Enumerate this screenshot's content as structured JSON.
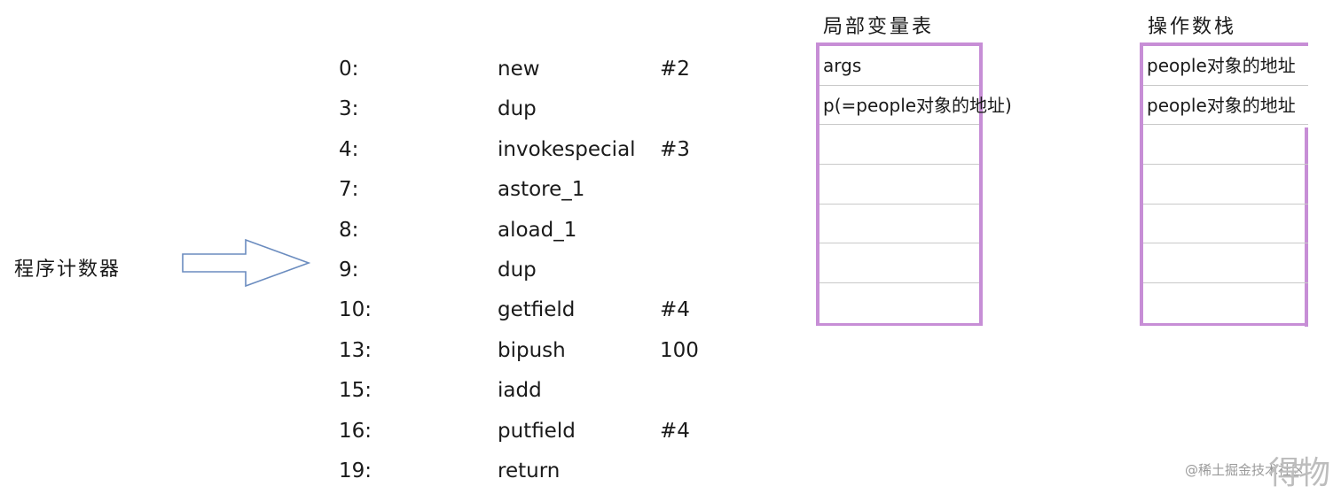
{
  "program_counter": {
    "label": "程序计数器",
    "arrow_icon": "hollow-right-arrow",
    "arrow_color": "#6b8cbf"
  },
  "bytecode": [
    {
      "offset": "0:",
      "opcode": "new",
      "arg": "#2"
    },
    {
      "offset": "3:",
      "opcode": "dup",
      "arg": ""
    },
    {
      "offset": "4:",
      "opcode": "invokespecial",
      "arg": "#3"
    },
    {
      "offset": "7:",
      "opcode": "astore_1",
      "arg": ""
    },
    {
      "offset": "8:",
      "opcode": "aload_1",
      "arg": ""
    },
    {
      "offset": "9:",
      "opcode": "dup",
      "arg": ""
    },
    {
      "offset": "10:",
      "opcode": "getfield",
      "arg": "#4"
    },
    {
      "offset": "13:",
      "opcode": "bipush",
      "arg": "100"
    },
    {
      "offset": "15:",
      "opcode": "iadd",
      "arg": ""
    },
    {
      "offset": "16:",
      "opcode": "putfield",
      "arg": "#4"
    },
    {
      "offset": "19:",
      "opcode": "return",
      "arg": ""
    }
  ],
  "local_variables": {
    "title": "局部变量表",
    "slots": [
      "args",
      "p(=people对象的地址)",
      "",
      "",
      "",
      "",
      ""
    ]
  },
  "operand_stack": {
    "title": "操作数栈",
    "slots": [
      "people对象的地址",
      "people对象的地址",
      "",
      "",
      "",
      "",
      ""
    ]
  },
  "colors": {
    "stack_border": "#c78ed6",
    "slot_divider": "#c9c9c9"
  },
  "watermark": "@稀土掘金技术社区",
  "corner_mark": "得物"
}
